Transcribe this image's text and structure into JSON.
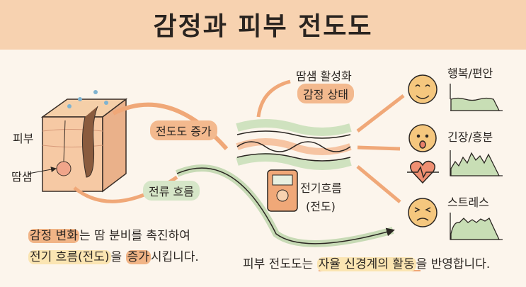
{
  "title": "감정과 피부 전도도",
  "labels": {
    "skin": "피부",
    "sweat_gland": "땀샘",
    "conductance_increase": "전도도 증가",
    "current_flow": "전류 흐름",
    "sweat_activation": "땀샘 활성화",
    "emotion_state": "감정 상태",
    "electric_flow": "전기흐름",
    "conduction": "(전도)"
  },
  "states": [
    {
      "label": "행복/편안",
      "face": "smile-face-icon"
    },
    {
      "label": "긴장/흥분",
      "face": "surprised-face-icon"
    },
    {
      "label": "스트레스",
      "face": "stressed-face-icon"
    }
  ],
  "caption_left": {
    "l1_hl": "감정 변화",
    "l1_rest": "는 땀 분비를 촉진하여",
    "l2_hl": "전기 흐름(전도)",
    "l2_mid": "을 ",
    "l2_hl2": "증가",
    "l2_rest": "시킵니다."
  },
  "caption_right": {
    "pre": "피부 전도도는 ",
    "hl": "자율 신경계의 활동",
    "post": "을 반영합니다."
  },
  "colors": {
    "banner": "#f7d2b0",
    "orange": "#f3b98e",
    "green": "#d6e6c8",
    "background": "#fcf5ec"
  }
}
